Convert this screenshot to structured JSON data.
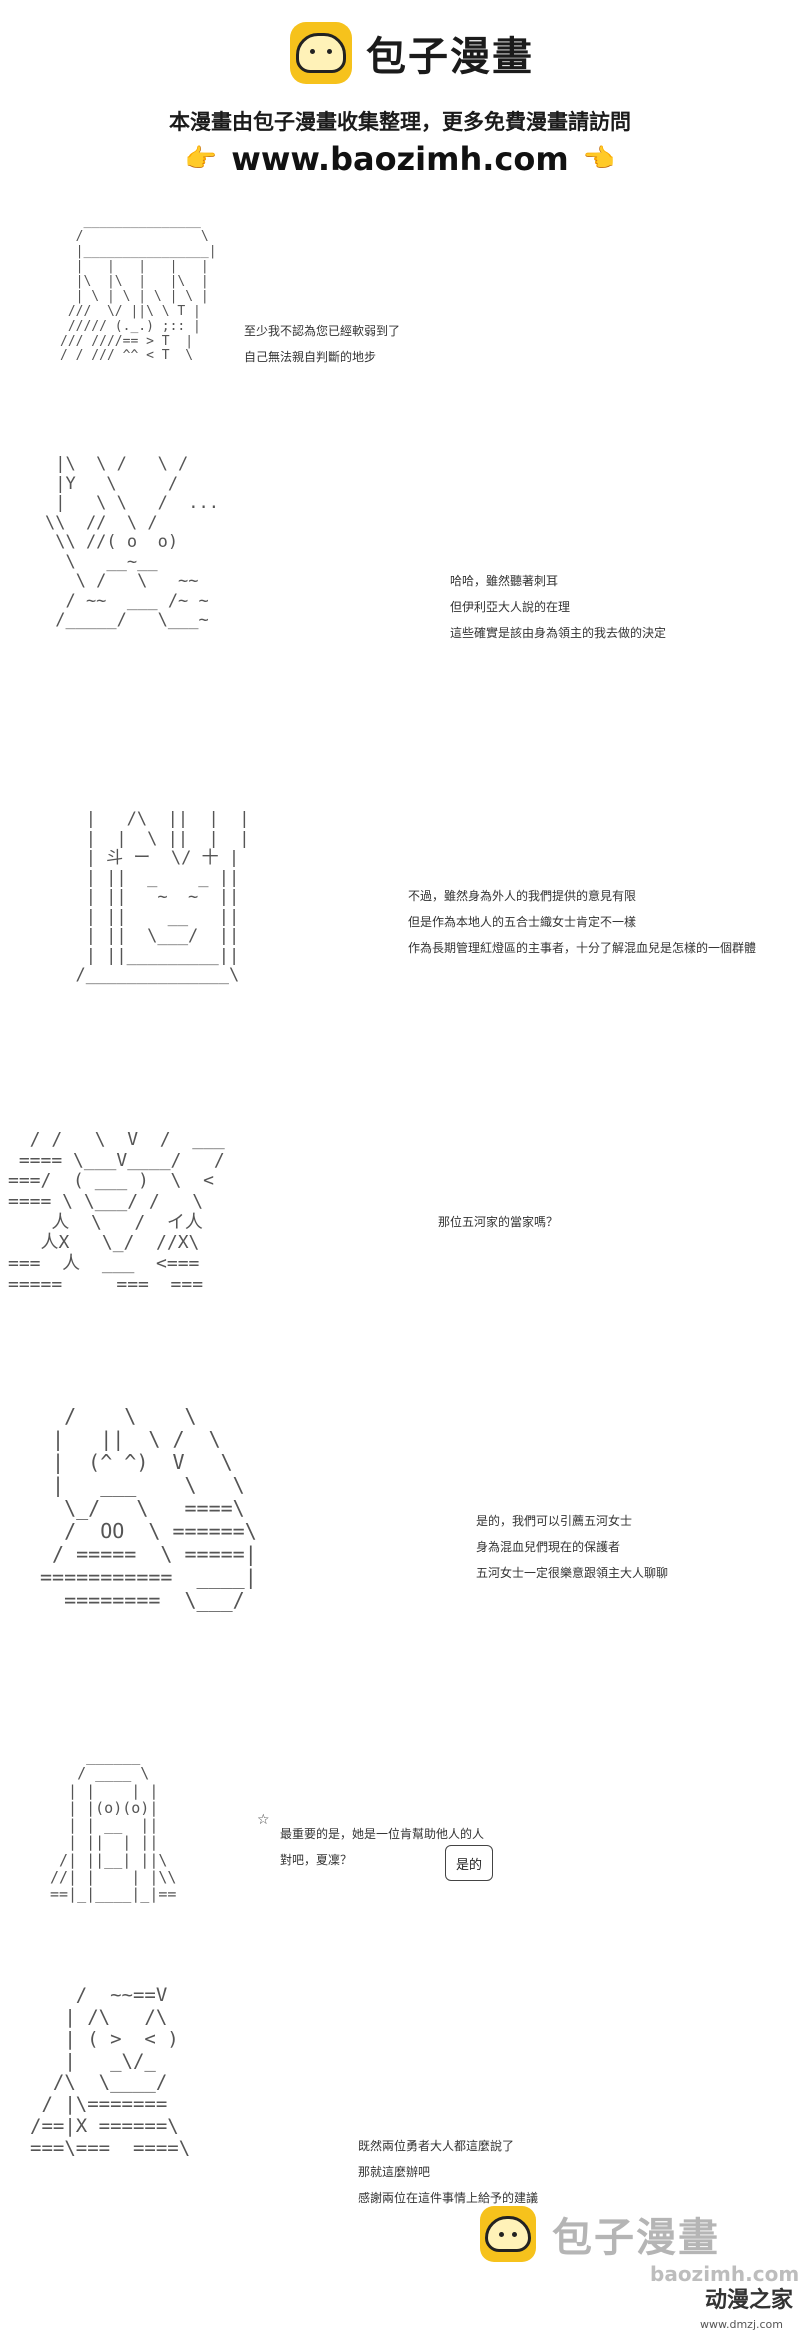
{
  "header": {
    "brand": "包子漫畫",
    "notice": "本漫畫由包子漫畫收集整理，更多免費漫畫請訪問",
    "url": "www.baozimh.com",
    "hand_left": "👉",
    "hand_right": "👈"
  },
  "panels": [
    {
      "art": "   _______________\n  /               \\\n  |________________|\n  |   |   |   |   |\n  |\\  |\\  |   |\\  |\n  | \\ | \\ | \\ | \\ |\n ///  \\/ ||\\ \\ T |\n ///// (._.) ;:: |\n/// ////== > T  |\n/ / /// ^^ < T  \\",
      "lines": [
        "至少我不認為您已經軟弱到了",
        "自己無法親自判斷的地步"
      ]
    },
    {
      "art": " |\\  \\ /   \\ /\n |Y   \\     /\n |   \\ \\   /  ...\n\\\\  //  \\ /\n \\\\ //( o  o)\n  \\   __~__\n   \\ /   \\   ~~\n  / ~~  ___ /~ ~\n /_____/   \\___~",
      "lines": [
        "哈哈，雖然聽著刺耳",
        "但伊利亞大人說的在理",
        "這些確實是該由身為領主的我去做的決定"
      ]
    },
    {
      "art": "   |   /\\  ||  |  |\n   |  |  \\ ||  |  |\n   | 斗 ー  \\/ 十 |\n   | ||  _    _ ||\n   | ||   ~  ~  ||\n   | ||    __   ||\n   | ||  \\___/  ||\n   | ||_________||\n  /______________\\",
      "lines": [
        "不過，雖然身為外人的我們提供的意見有限",
        "但是作為本地人的五合士織女士肯定不一樣",
        "作為長期管理紅燈區的主事者，十分了解混血兒是怎樣的一個群體"
      ]
    },
    {
      "art": "  / /   \\  V  /  ___\n ==== \\___V____/   /\n===/  ( ___ )  \\  <\n==== \\ \\___/ /   \\\n    人  \\   /  イ人\n   人X   \\_/  //X\\\n===  人  ___  <===\n=====     ===  ===",
      "lines": [
        "那位五河家的當家嗎？"
      ]
    },
    {
      "art": "  /    \\    \\\n |   ||  \\ /  \\\n |  (^ ^)  V   \\\n |   ___    \\   \\\n  \\_/   \\   ====\\\n  /  OO  \\ ======\\\n / =====  \\ =====|\n===========  ____|\n  ========  \\___/",
      "lines": [
        "是的，我們可以引薦五河女士",
        "身為混血兒們現在的保護者",
        "五河女士一定很樂意跟領主大人聊聊"
      ]
    },
    {
      "art": "    ______\n   / ____ \\\n  | |    | |\n  | |(o)(o)|\n  | | __  ||\n  | ||  | ||\n /| ||__| ||\\\n//| |    | |\\\\\n==|_|____|_|==",
      "lines": [
        "最重要的是，她是一位肯幫助他人的人",
        "對吧，夏凜？"
      ],
      "reply": "是的",
      "star": "☆"
    },
    {
      "art": "    /  ~~==V\n   | /\\   /\\\n   | ( >  < )\n   |   _\\/_\n  /\\  \\____/\n / |\\=======\n/==|X ======\\\n===\\===  ====\\",
      "lines": [
        "既然兩位勇者大人都這麼說了",
        "那就這麼辦吧",
        "感謝兩位在這件事情上給予的建議"
      ]
    }
  ],
  "watermark": {
    "brand": "包子漫畫",
    "url": "baozimh.com",
    "brand2": "动漫之家",
    "url2": "www.dmzj.com"
  }
}
